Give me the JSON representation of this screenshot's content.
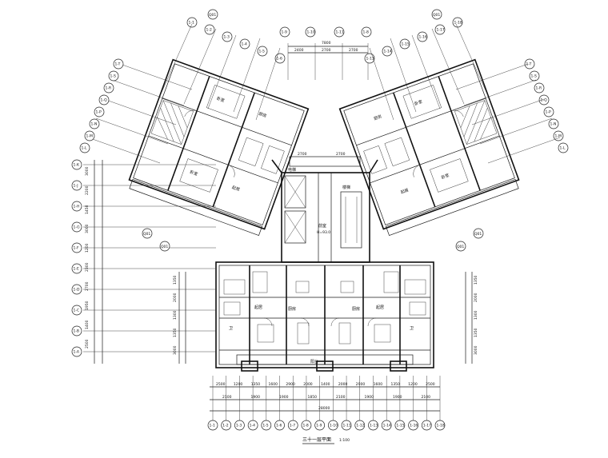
{
  "drawing": {
    "title": "三十一层平面",
    "scale": "1:100"
  },
  "axes": {
    "bottom": [
      "1-1",
      "1-2",
      "1-3",
      "1-4",
      "1-5",
      "1-6",
      "1-7",
      "1-8",
      "1-9",
      "1-10",
      "1-11",
      "1-12",
      "1-13",
      "1-14",
      "1-15",
      "1-16",
      "1-17",
      "1-18"
    ],
    "left": [
      "1-T",
      "1-S",
      "1-R",
      "1-Q",
      "1-P",
      "1-N",
      "1-M",
      "1-L",
      "1-K",
      "1-J",
      "1-H",
      "1-G",
      "1-F",
      "1-E",
      "1-D",
      "1-C",
      "1-B",
      "1-A"
    ],
    "ref_tag": "Q01"
  },
  "dimensions": {
    "bottom_row1": [
      "2500",
      "1200",
      "1350",
      "1600",
      "2900",
      "2000",
      "1400",
      "2000",
      "2900",
      "1600",
      "1350",
      "1200",
      "2500"
    ],
    "bottom_row2": [
      "2100",
      "1900",
      "1900",
      "1850",
      "2100",
      "1900",
      "1900",
      "2100"
    ],
    "bottom_total": "28000",
    "top_total": "7800",
    "top_row": [
      "2400",
      "2700",
      "2700"
    ],
    "left_col": [
      "3000",
      "2200",
      "1450",
      "3000",
      "1200",
      "2300",
      "2700",
      "1950",
      "1400",
      "2500"
    ],
    "left_inner": [
      "1350",
      "2000",
      "1300",
      "1350",
      "3000"
    ]
  },
  "rooms": {
    "bed": "卧室",
    "living": "起居",
    "kitchen": "厨房",
    "bath": "卫",
    "stair": "楼梯",
    "lift": "电梯",
    "hall": "前室",
    "balcony": "阳台",
    "elev_level": "H=93.0"
  }
}
